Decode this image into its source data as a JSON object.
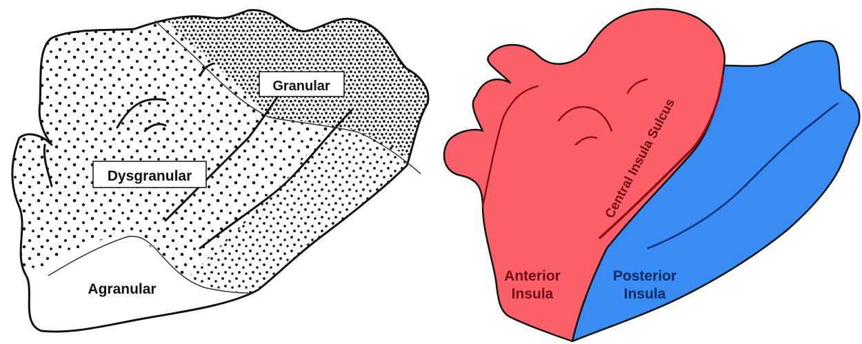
{
  "left_panel": {
    "labels": {
      "granular": "Granular",
      "dysgranular": "Dysgranular",
      "agranular": "Agranular"
    }
  },
  "right_panel": {
    "labels": {
      "central_sulcus": "Central Insula Sulcus",
      "anterior_line1": "Anterior",
      "anterior_line2": "Insula",
      "posterior_line1": "Posterior",
      "posterior_line2": "Insula"
    },
    "colors": {
      "anterior": "#fb6068",
      "posterior": "#3a8cf5",
      "anterior_text": "#6e0f14",
      "posterior_text": "#0b2860"
    }
  }
}
